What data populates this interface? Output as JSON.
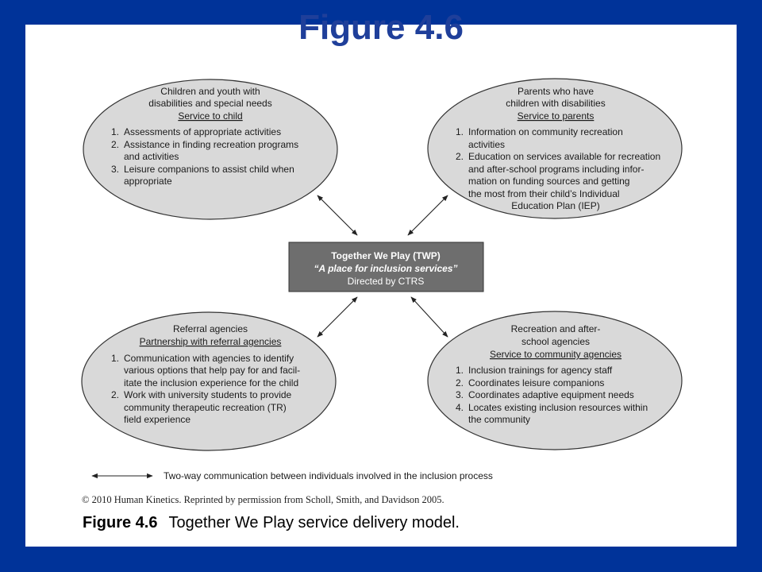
{
  "slide": {
    "title": "Figure 4.6",
    "credit": "© 2010 Human Kinetics. Reprinted by permission from Scholl, Smith, and Davidson 2005.",
    "caption_label": "Figure 4.6",
    "caption_text": "Together We Play service delivery model."
  },
  "colors": {
    "frame": "#003399",
    "title": "#1f3f9a",
    "ellipse_fill": "#d9d9d9",
    "center_fill": "#6e6e6e"
  },
  "center": {
    "line1": "Together We Play (TWP)",
    "line2": "“A place for inclusion services”",
    "line3": "Directed by CTRS"
  },
  "nodes": {
    "children": {
      "heading": [
        "Children and youth with",
        "disabilities and special needs"
      ],
      "role": "Service to child",
      "items": [
        {
          "num": "1.",
          "lines": [
            "Assessments of appropriate activities"
          ]
        },
        {
          "num": "2.",
          "lines": [
            "Assistance in finding recreation programs",
            "and activities"
          ]
        },
        {
          "num": "3.",
          "lines": [
            "Leisure companions to assist child when",
            "appropriate"
          ]
        }
      ]
    },
    "parents": {
      "heading": [
        "Parents who have",
        "children with disabilities"
      ],
      "role": "Service to parents",
      "items": [
        {
          "num": "1.",
          "lines": [
            "Information on community recreation",
            "activities"
          ]
        },
        {
          "num": "2.",
          "lines": [
            "Education on services available for recreation",
            "and after-school programs including infor-",
            "mation on funding sources and getting",
            "the most from their child’s Individual"
          ]
        }
      ],
      "tail": "Education Plan (IEP)"
    },
    "referral": {
      "heading": [
        "Referral agencies"
      ],
      "role": "Partnership with referral agencies",
      "items": [
        {
          "num": "1.",
          "lines": [
            "Communication with agencies to identify",
            "various options that help pay for and facil-",
            "itate the inclusion experience for the child"
          ]
        },
        {
          "num": "2.",
          "lines": [
            "Work with university students to provide",
            "community therapeutic recreation (TR)",
            "field experience"
          ]
        }
      ]
    },
    "recreation": {
      "heading": [
        "Recreation and after-",
        "school agencies"
      ],
      "role": "Service to community agencies",
      "items": [
        {
          "num": "1.",
          "lines": [
            "Inclusion trainings for agency staff"
          ]
        },
        {
          "num": "2.",
          "lines": [
            "Coordinates leisure companions"
          ]
        },
        {
          "num": "3.",
          "lines": [
            "Coordinates adaptive equipment needs"
          ]
        },
        {
          "num": "4.",
          "lines": [
            "Locates existing inclusion resources within",
            "the community"
          ]
        }
      ]
    }
  },
  "legend": {
    "text": "Two-way communication between individuals involved in the inclusion process"
  }
}
